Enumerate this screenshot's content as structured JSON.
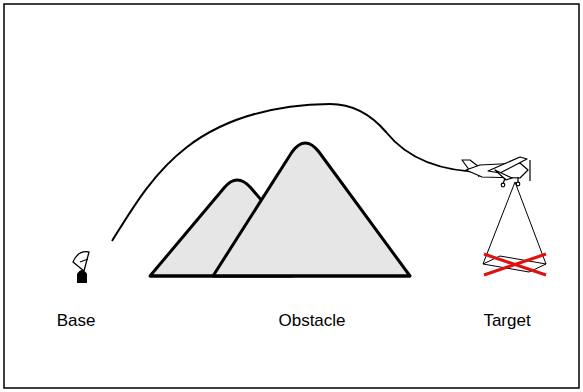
{
  "diagram": {
    "labels": [
      "Base",
      "Obstacle",
      "Target"
    ]
  }
}
